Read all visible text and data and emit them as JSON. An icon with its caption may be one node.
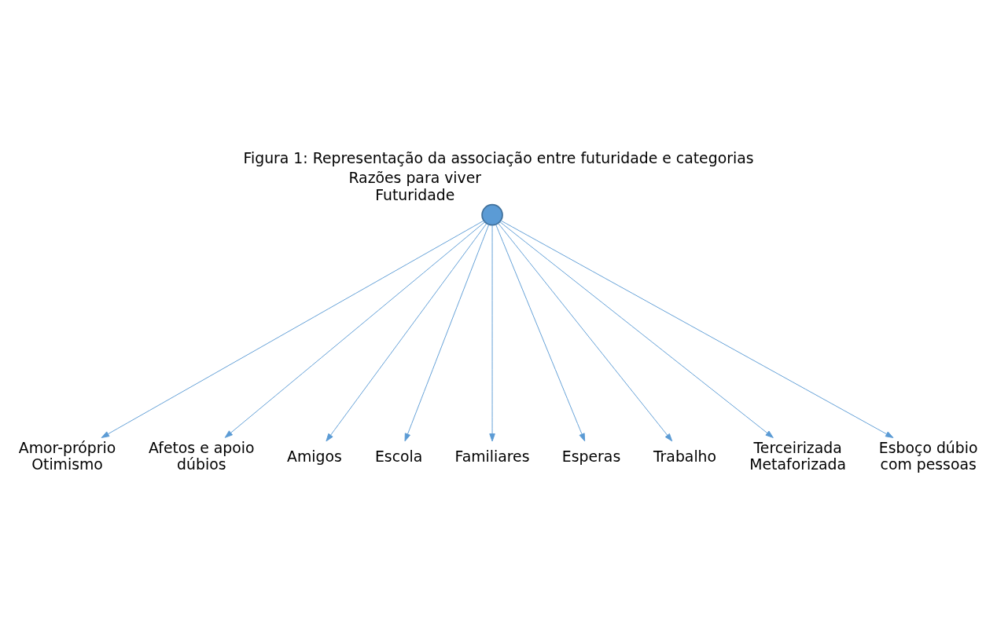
{
  "diagram": {
    "title": "Figura 1: Representação da associação entre futuridade e categorias",
    "nodes": [
      {
        "text": [],
        "shape": "circle",
        "beside": [
          "Razões para viver Futuridade"
        ]
      },
      {
        "text": [
          "Amor-próprio Otimismo"
        ]
      },
      {
        "text": [
          "Afetos e apoio dúbios"
        ]
      },
      {
        "text": [
          "Amigos"
        ]
      },
      {
        "text": [
          "Escola"
        ]
      },
      {
        "text": [
          "Familiares"
        ]
      },
      {
        "text": [
          "Esperas"
        ]
      },
      {
        "text": [
          "Trabalho"
        ]
      },
      {
        "text": [
          "Terceirizada Metaforizada"
        ]
      },
      {
        "text": [
          "Esboço dúbio com pessoas"
        ]
      }
    ],
    "edges": [
      {
        "from": 0,
        "to": 1,
        "arrow": "to"
      },
      {
        "from": 0,
        "to": 2,
        "arrow": "to"
      },
      {
        "from": 0,
        "to": 3,
        "arrow": "to"
      },
      {
        "from": 0,
        "to": 4,
        "arrow": "to"
      },
      {
        "from": 0,
        "to": 5,
        "arrow": "to"
      },
      {
        "from": 0,
        "to": 6,
        "arrow": "to"
      },
      {
        "from": 0,
        "to": 7,
        "arrow": "to"
      },
      {
        "from": 0,
        "to": 8,
        "arrow": "to"
      },
      {
        "from": 0,
        "to": 9,
        "arrow": "to"
      }
    ]
  }
}
